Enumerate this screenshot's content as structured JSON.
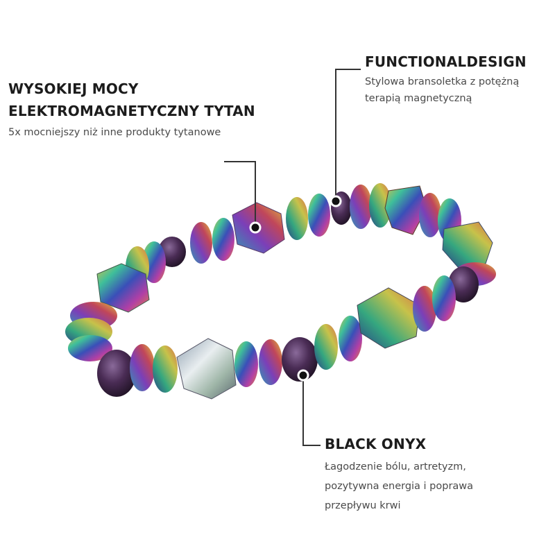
{
  "callouts": {
    "titanium": {
      "title_line1": "WYSOKIEJ MOCY",
      "title_line2": "ELEKTROMAGNETYCZNY TYTAN",
      "description": "5x mocniejszy niż inne produkty tytanowe"
    },
    "functional": {
      "title": "FUNCTIONALDESIGN",
      "description_line1": "Stylowa bransoletka z potężną",
      "description_line2": "terapią magnetyczną"
    },
    "onyx": {
      "title": "BLACK ONYX",
      "description_line1": "Łagodzenie bólu, artretyzm,",
      "description_line2": "pozytywna energia i poprawa",
      "description_line3": "przepływu krwi"
    }
  },
  "colors": {
    "background": "#ffffff",
    "text_title": "#1c1c1c",
    "text_body": "#4a4a4a",
    "leader_line": "#333333",
    "onyx_bead": "#3d2440"
  },
  "image": {
    "subject": "rainbow hematite magnetic bead bracelet"
  }
}
